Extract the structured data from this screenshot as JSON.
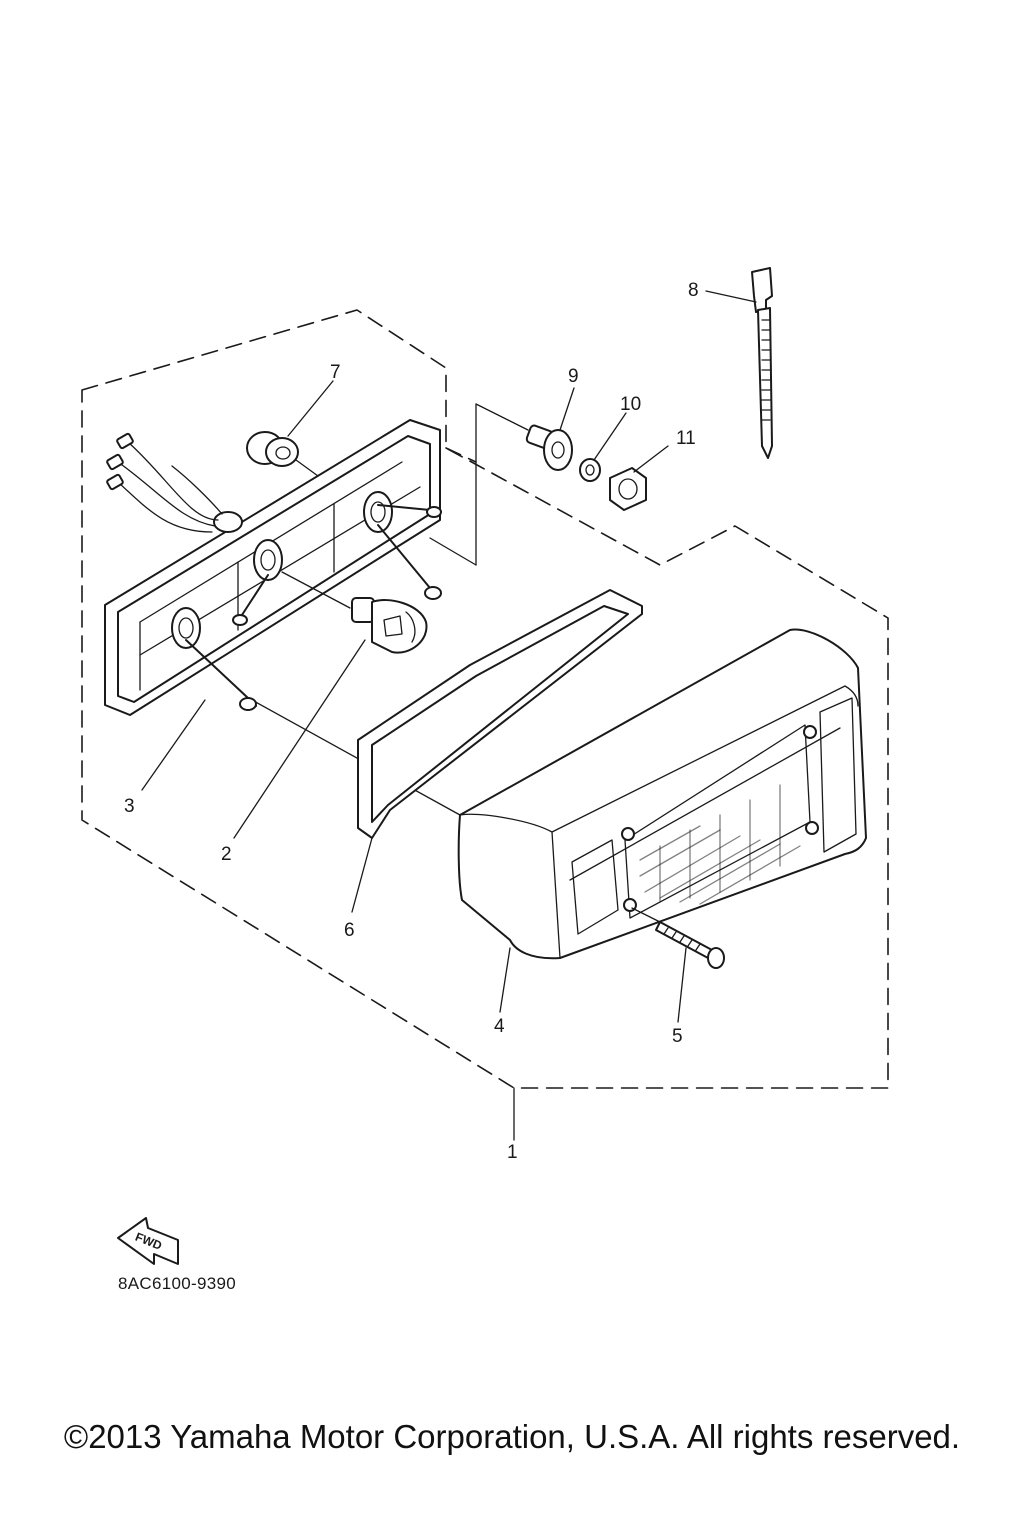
{
  "callouts": [
    {
      "id": "1",
      "label": "1"
    },
    {
      "id": "2",
      "label": "2"
    },
    {
      "id": "3",
      "label": "3"
    },
    {
      "id": "4",
      "label": "4"
    },
    {
      "id": "5",
      "label": "5"
    },
    {
      "id": "6",
      "label": "6"
    },
    {
      "id": "7",
      "label": "7"
    },
    {
      "id": "8",
      "label": "8"
    },
    {
      "id": "9",
      "label": "9"
    },
    {
      "id": "10",
      "label": "10"
    },
    {
      "id": "11",
      "label": "11"
    }
  ],
  "direction_badge": "FWD",
  "diagram_code": "8AC6100-9390",
  "copyright": "©2013 Yamaha Motor Corporation, U.S.A. All rights reserved."
}
